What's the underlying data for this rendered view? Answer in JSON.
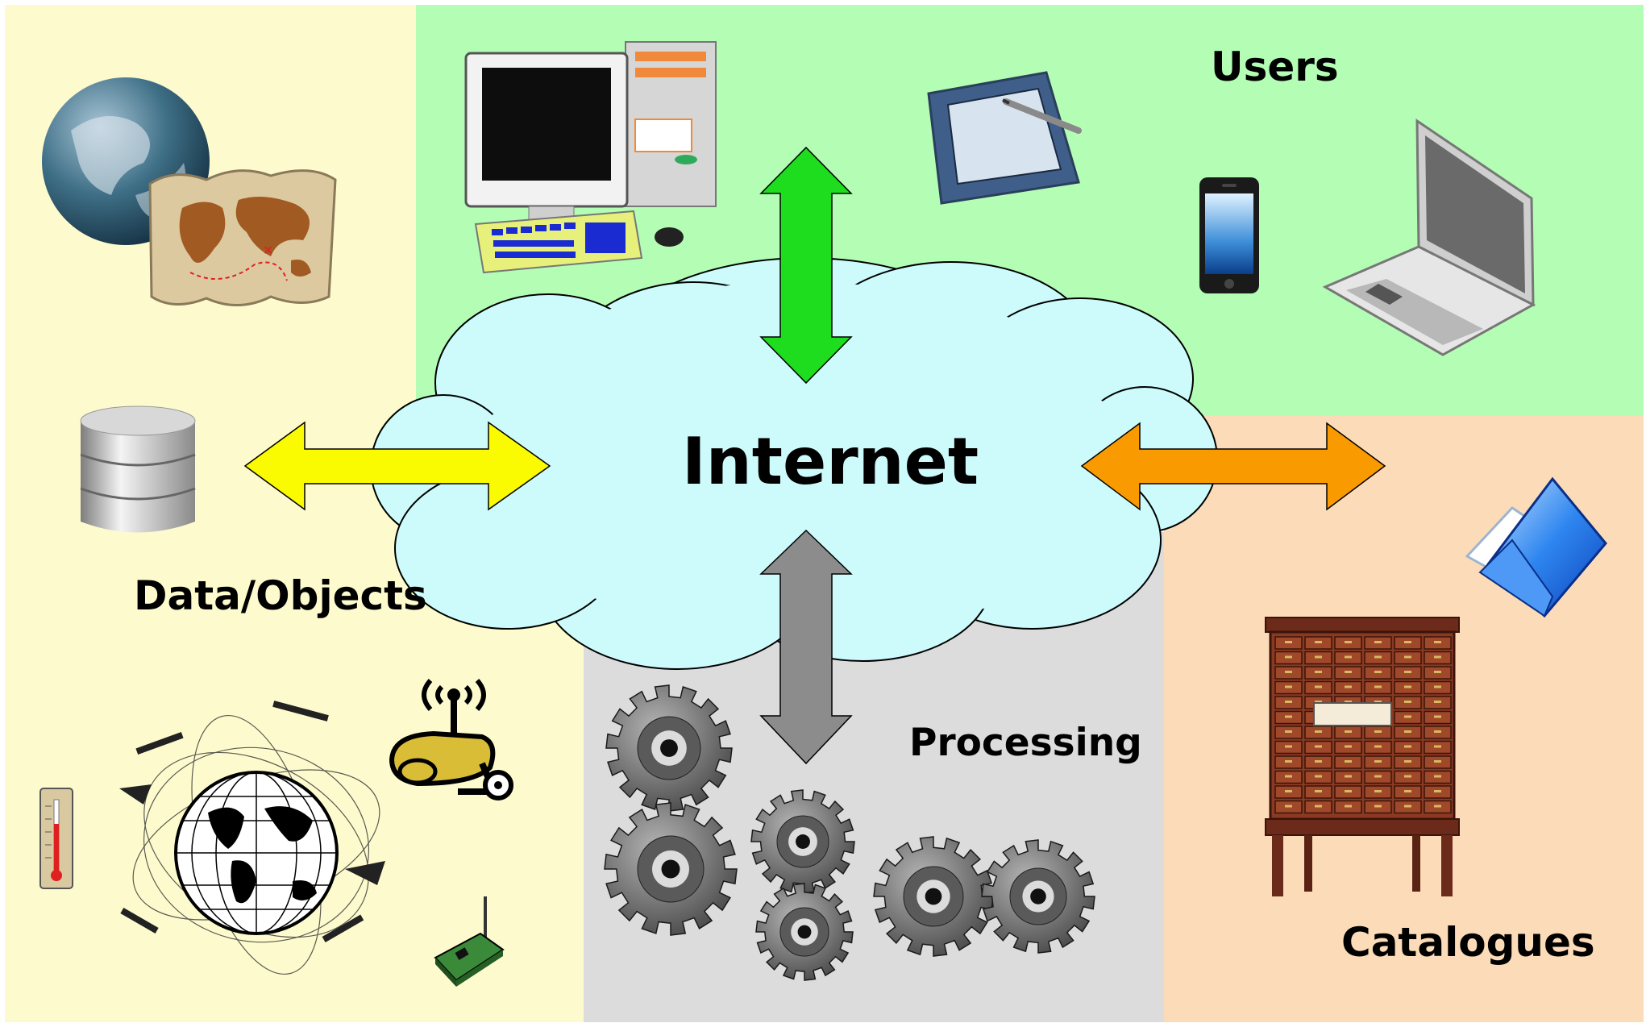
{
  "labels": {
    "center": "Internet",
    "users": "Users",
    "data_objects": "Data/Objects",
    "processing": "Processing",
    "catalogues": "Catalogues"
  },
  "colors": {
    "data_region": "#fdfbcd",
    "users_region": "#b3fdb4",
    "processing_region": "#dcdcdc",
    "catalogues_region": "#fcdcb8",
    "cloud_fill": "#cdfbfc",
    "arrow_users": "#1edc1e",
    "arrow_data": "#fafa00",
    "arrow_catalogues": "#f99b00",
    "arrow_processing": "#8c8c8c"
  },
  "icons": [
    "globe-icon",
    "world-map-icon",
    "database-icon",
    "thermometer-icon",
    "satellite-globe-icon",
    "sensor-camera-icon",
    "sensor-board-icon",
    "desktop-computer-icon",
    "tablet-icon",
    "smartphone-icon",
    "laptop-icon",
    "gear-icon",
    "folder-icon",
    "card-catalogue-cabinet-icon"
  ]
}
